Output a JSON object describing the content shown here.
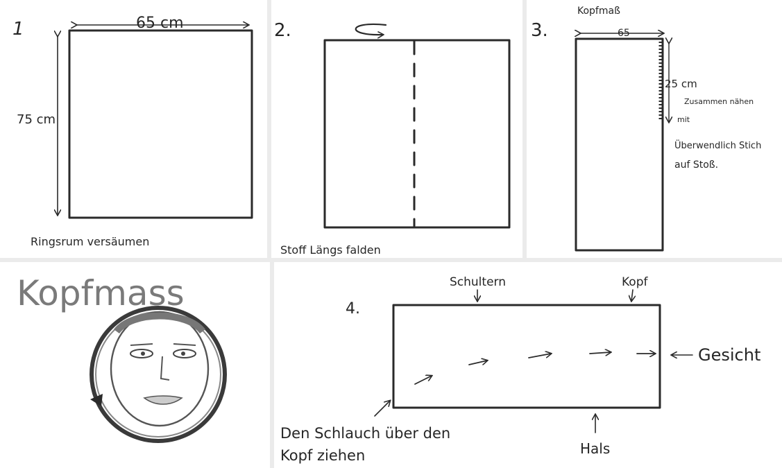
{
  "panel1": {
    "step": "1",
    "width_label": "65 cm",
    "height_label": "75 cm",
    "caption": "Ringsrum versäumen"
  },
  "panel2": {
    "step": "2.",
    "caption": "Stoff Längs falden"
  },
  "panel3": {
    "step": "3.",
    "top_label": "Kopfmaß",
    "top_value": "65",
    "seam_length": "25 cm",
    "note_line1": "Zusammen nähen",
    "note_line2": "mit",
    "note_line3": "Überwendlich Stich",
    "note_line4": "auf Stoß."
  },
  "panel_head": {
    "title": "Kopfmass"
  },
  "panel4": {
    "step": "4.",
    "top_label_left": "Schultern",
    "top_label_right": "Kopf",
    "right_label": "Gesicht",
    "bottom_label": "Hals",
    "caption_line1": "Den Schlauch über den",
    "caption_line2": "Kopf ziehen"
  },
  "colors": {
    "ink": "#2a2a2a",
    "panel_border": "#e6e6e6",
    "paper": "#ffffff"
  }
}
